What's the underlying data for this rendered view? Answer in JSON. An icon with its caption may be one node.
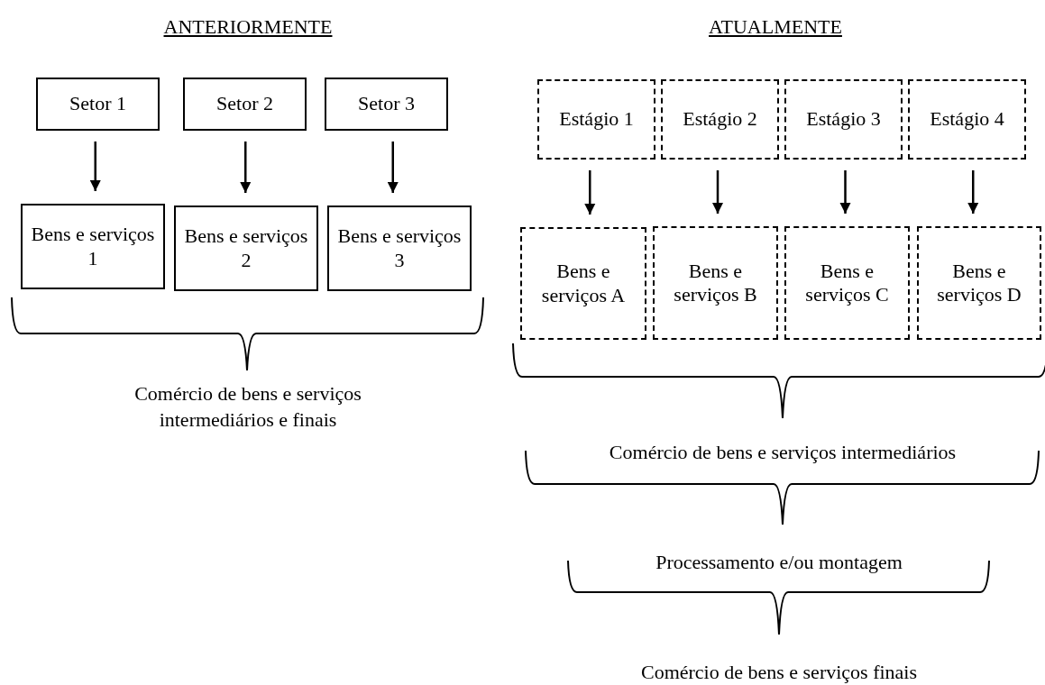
{
  "diagram": {
    "nodes": [
      {
        "text": [
          "Setor 1"
        ]
      },
      {
        "text": [
          "Setor 2"
        ]
      },
      {
        "text": [
          "Setor 3"
        ]
      },
      {
        "text": [
          "Bens e serviços 1"
        ]
      },
      {
        "text": [
          "Bens e serviços 2"
        ]
      },
      {
        "text": [
          "Bens e serviços 3"
        ]
      },
      {
        "text": [
          "Estágio 1"
        ]
      },
      {
        "text": [
          "Estágio 2"
        ]
      },
      {
        "text": [
          "Estágio 3"
        ]
      },
      {
        "text": [
          "Estágio 4"
        ]
      },
      {
        "text": [
          "Bens e serviços A"
        ]
      },
      {
        "text": [
          "Bens e serviços B"
        ]
      },
      {
        "text": [
          "Bens e serviços C"
        ]
      },
      {
        "text": [
          "Bens e serviços D"
        ]
      }
    ],
    "edges": [
      {
        "from": 0,
        "to": 3,
        "arrow": "to"
      },
      {
        "from": 1,
        "to": 4,
        "arrow": "to"
      },
      {
        "from": 2,
        "to": 5,
        "arrow": "to"
      },
      {
        "from": 6,
        "to": 10,
        "arrow": "to"
      },
      {
        "from": 7,
        "to": 11,
        "arrow": "to"
      },
      {
        "from": 8,
        "to": 12,
        "arrow": "to"
      },
      {
        "from": 9,
        "to": 13,
        "arrow": "to"
      }
    ],
    "labels": [
      "ANTERIORMENTE",
      "ATUALMENTE",
      "Comércio de bens e serviços intermediários e finais",
      "Comércio de bens e serviços intermediários",
      "Processamento e/ou montagem",
      "Comércio de bens e serviços finais"
    ]
  }
}
